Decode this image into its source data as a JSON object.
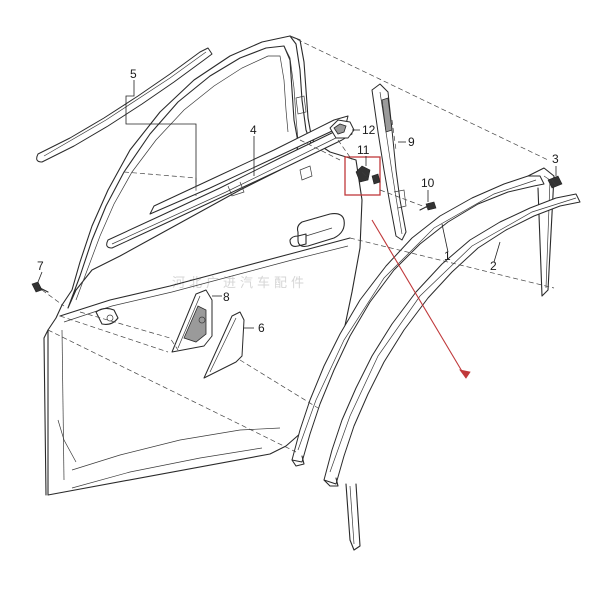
{
  "diagram": {
    "callouts": [
      {
        "id": "1",
        "label": "1"
      },
      {
        "id": "2",
        "label": "2"
      },
      {
        "id": "3",
        "label": "3"
      },
      {
        "id": "4",
        "label": "4"
      },
      {
        "id": "5",
        "label": "5"
      },
      {
        "id": "6",
        "label": "6"
      },
      {
        "id": "7",
        "label": "7"
      },
      {
        "id": "8",
        "label": "8"
      },
      {
        "id": "9",
        "label": "9"
      },
      {
        "id": "10",
        "label": "10"
      },
      {
        "id": "11",
        "label": "11"
      },
      {
        "id": "12",
        "label": "12"
      }
    ],
    "watermark": "河北广进汽车配件",
    "colors": {
      "line": "#2a2a2a",
      "highlight_arrow": "#c0393b",
      "highlight_box": "#c0393b"
    }
  }
}
